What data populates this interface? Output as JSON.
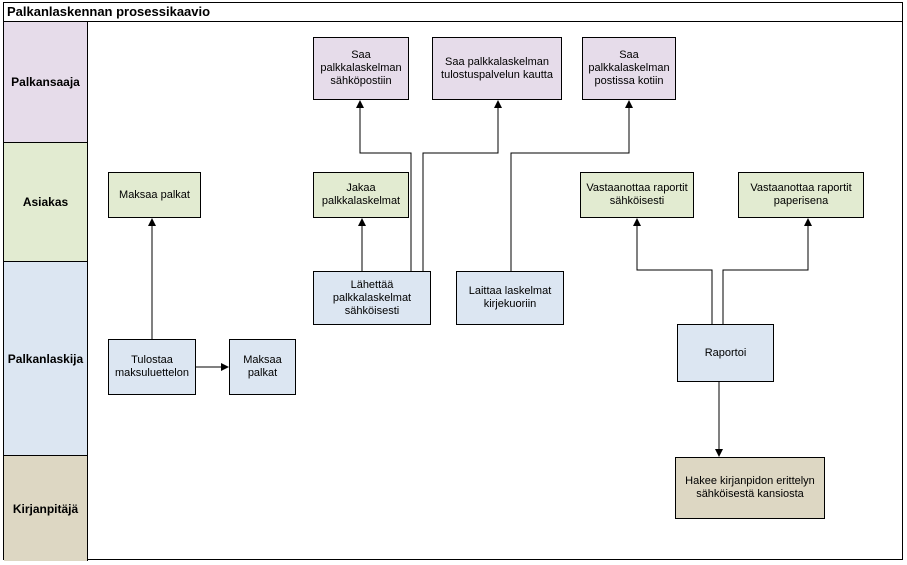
{
  "title": "Palkanlaskennan prosessikaavio",
  "lanes": [
    {
      "id": "palkansaaja",
      "label": "Palkansaaja",
      "color": "#e6dcea"
    },
    {
      "id": "asiakas",
      "label": "Asiakas",
      "color": "#e2ebd1"
    },
    {
      "id": "palkanlaskija",
      "label": "Palkanlaskija",
      "color": "#dce6f2"
    },
    {
      "id": "kirjanpitaja",
      "label": "Kirjanpitäjä",
      "color": "#ddd7c3"
    }
  ],
  "steps": {
    "saa_sahkoposti": "Saa palkkalaskelman sähköpostiin",
    "saa_tulostus": "Saa palkkalaskelman tulostuspalvelun kautta",
    "saa_posti": "Saa palkkalaskelman postissa kotiin",
    "maksaa_palkat_asiakas": "Maksaa palkat",
    "jakaa": "Jakaa palkkalaskelmat",
    "vastaanottaa_sahkoisesti": "Vastaanottaa raportit sähköisesti",
    "vastaanottaa_paperisena": "Vastaanottaa raportit paperisena",
    "lahettaa": "Lähettää palkkalaskelmat sähköisesti",
    "laittaa": "Laittaa laskelmat kirjekuoriin",
    "tulostaa": "Tulostaa maksuluettelon",
    "maksaa_palkat": "Maksaa palkat",
    "raportoi": "Raportoi",
    "hakee": "Hakee kirjanpidon erittelyn sähköisestä kansiosta"
  }
}
